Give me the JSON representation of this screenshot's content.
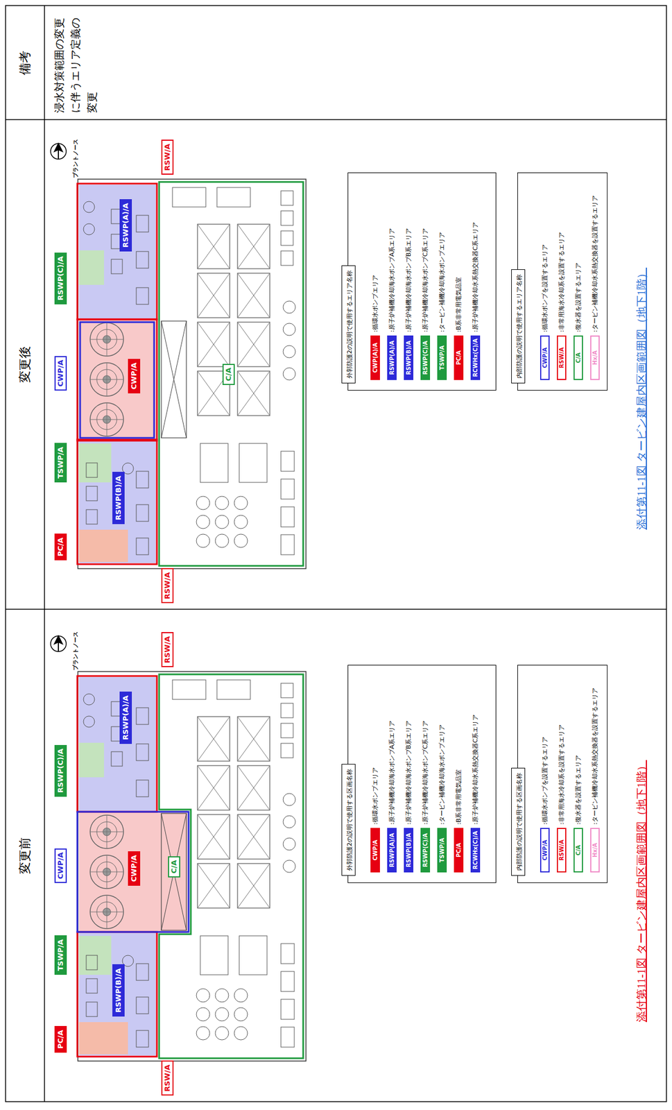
{
  "diagram": {
    "nodes": [
      {
        "text": [
          "PC/A"
        ]
      },
      {
        "text": [
          "TSWP/A"
        ]
      },
      {
        "text": [
          "CWP/A"
        ]
      },
      {
        "text": [
          "RSWP(C)/A"
        ]
      },
      {
        "text": [
          "RSW/A"
        ]
      },
      {
        "text": [
          "RSWP(B)/A"
        ]
      },
      {
        "text": [
          "CWP/A"
        ]
      },
      {
        "text": [
          "RSWP(A)/A"
        ]
      },
      {
        "text": [
          "RSW/A"
        ]
      },
      {
        "text": [
          "C/A"
        ]
      },
      {
        "text": [
          "外郭防護2の説明で使用する区画名称"
        ]
      },
      {
        "text": [
          "内部防護の説明で使用する区画名称"
        ]
      },
      {
        "text": [
          "PC/A"
        ]
      },
      {
        "text": [
          "TSWP/A"
        ]
      },
      {
        "text": [
          "CWP/A"
        ]
      },
      {
        "text": [
          "RSWP(C)/A"
        ]
      },
      {
        "text": [
          "RSW/A"
        ]
      },
      {
        "text": [
          "RSWP(B)/A"
        ]
      },
      {
        "text": [
          "CWP/A"
        ]
      },
      {
        "text": [
          "RSWP(A)/A"
        ]
      },
      {
        "text": [
          "RSW/A"
        ]
      },
      {
        "text": [
          "C/A"
        ]
      },
      {
        "text": [
          "外郭防護2の説明で使用するエリア名称"
        ]
      },
      {
        "text": [
          "内部防護の説明で使用するエリア名称"
        ]
      }
    ],
    "labels": [
      "変更前",
      "変更後",
      "備考",
      "浸水対策範囲の変更に伴うエリア定義の変更",
      "プラントノース",
      "CWP/A",
      "RSWP(A)/A",
      "RSWP(B)/A",
      "RSWP(C)/A",
      "TSWP/A",
      "PC/A",
      "RCWHx(C)/A",
      "CWP/A",
      "RSW/A",
      "C/A",
      "Hx/A",
      "添付第11-1図 タービン建屋内区画範囲図（地下1階）",
      "プラントノース",
      "CWP(A)/A",
      "RSWP(A)/A",
      "RSWP(B)/A",
      "RSWP(C)/A",
      "TSWP/A",
      "PC/A",
      "RCWHx(C)/A",
      "CWP/A",
      "RSW/A",
      "C/A",
      "Hx/A",
      "添付第11-1図 タービン建屋内区画範囲図（地下1階）"
    ],
    "legend": [
      {
        "text": ":循環水ポンプエリア",
        "color": "#e60012"
      },
      {
        "text": ":原子炉補機冷却海水ポンプA系エリア",
        "color": "#2d2ad8"
      },
      {
        "text": ":原子炉補機冷却海水ポンプB系エリア",
        "color": "#2d2ad8"
      },
      {
        "text": ":原子炉補機冷却海水ポンプC系エリア",
        "color": "#1f9a3e"
      },
      {
        "text": ":タービン補機冷却海水ポンプエリア",
        "color": "#1f9a3e"
      },
      {
        "text": ":B系非常用電気品室",
        "color": "#e60012"
      },
      {
        "text": ":原子炉補機冷却水系熱交換器C系エリア",
        "color": "#2d2ad8"
      },
      {
        "text": ":循環水ポンプを設置するエリア"
      },
      {
        "text": ":非常用海水冷却系を設置するエリア"
      },
      {
        "text": ":復水器を設置するエリア"
      },
      {
        "text": ":タービン補機冷却水系熱交換器を設置するエリア"
      },
      {
        "text": ":循環水ポンプエリア",
        "color": "#e60012"
      },
      {
        "text": ":原子炉補機冷却海水ポンプA系エリア",
        "color": "#2d2ad8"
      },
      {
        "text": ":原子炉補機冷却海水ポンプB系エリア",
        "color": "#2d2ad8"
      },
      {
        "text": ":原子炉補機冷却海水ポンプC系エリア",
        "color": "#1f9a3e"
      },
      {
        "text": ":タービン補機冷却海水ポンプエリア",
        "color": "#1f9a3e"
      },
      {
        "text": ":B系非常用電気品室",
        "color": "#e60012"
      },
      {
        "text": ":原子炉補機冷却水系熱交換器C系エリア",
        "color": "#2d2ad8"
      },
      {
        "text": ":循環水ポンプを設置するエリア"
      },
      {
        "text": ":非常用海水冷却系を設置するエリア"
      },
      {
        "text": ":復水器を設置するエリア"
      },
      {
        "text": ":タービン補機冷却水系熱交換器を設置するエリア"
      }
    ]
  }
}
